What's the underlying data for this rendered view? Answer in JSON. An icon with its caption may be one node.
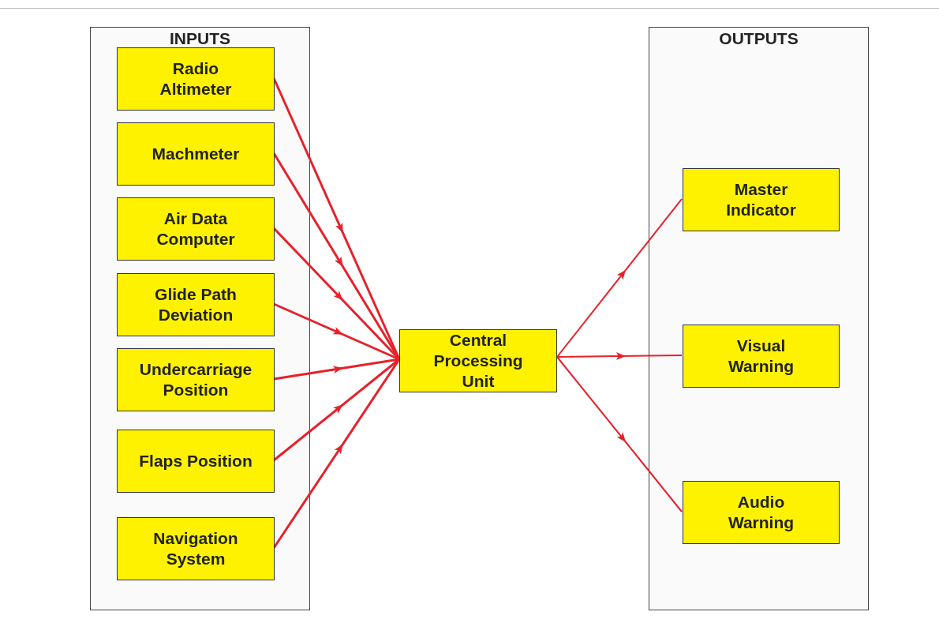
{
  "diagram": {
    "nodes": [
      {
        "text": [
          "INPUTS"
        ]
      },
      {
        "text": [
          "Radio Altimeter"
        ],
        "in": 0
      },
      {
        "text": [
          "Machmeter"
        ],
        "in": 0
      },
      {
        "text": [
          "Air Data Computer"
        ],
        "in": 0
      },
      {
        "text": [
          "Glide Path Deviation"
        ],
        "in": 0
      },
      {
        "text": [
          "Undercarriage Position"
        ],
        "in": 0
      },
      {
        "text": [
          "Flaps Position"
        ],
        "in": 0
      },
      {
        "text": [
          "Navigation System"
        ],
        "in": 0
      },
      {
        "text": [
          "Central Processing Unit"
        ]
      },
      {
        "text": [
          "OUTPUTS"
        ]
      },
      {
        "text": [
          "Master Indicator"
        ],
        "in": 9
      },
      {
        "text": [
          "Visual Warning"
        ],
        "in": 9
      },
      {
        "text": [
          "Audio Warning"
        ],
        "in": 9
      }
    ],
    "edges": [
      {
        "from": 1,
        "to": 8,
        "arrow": "to"
      },
      {
        "from": 2,
        "to": 8,
        "arrow": "to"
      },
      {
        "from": 3,
        "to": 8,
        "arrow": "to"
      },
      {
        "from": 4,
        "to": 8,
        "arrow": "to"
      },
      {
        "from": 5,
        "to": 8,
        "arrow": "to"
      },
      {
        "from": 6,
        "to": 8,
        "arrow": "to"
      },
      {
        "from": 7,
        "to": 8,
        "arrow": "to"
      },
      {
        "from": 8,
        "to": 10,
        "arrow": "to"
      },
      {
        "from": 8,
        "to": 11,
        "arrow": "to"
      },
      {
        "from": 8,
        "to": 12,
        "arrow": "to"
      }
    ]
  }
}
